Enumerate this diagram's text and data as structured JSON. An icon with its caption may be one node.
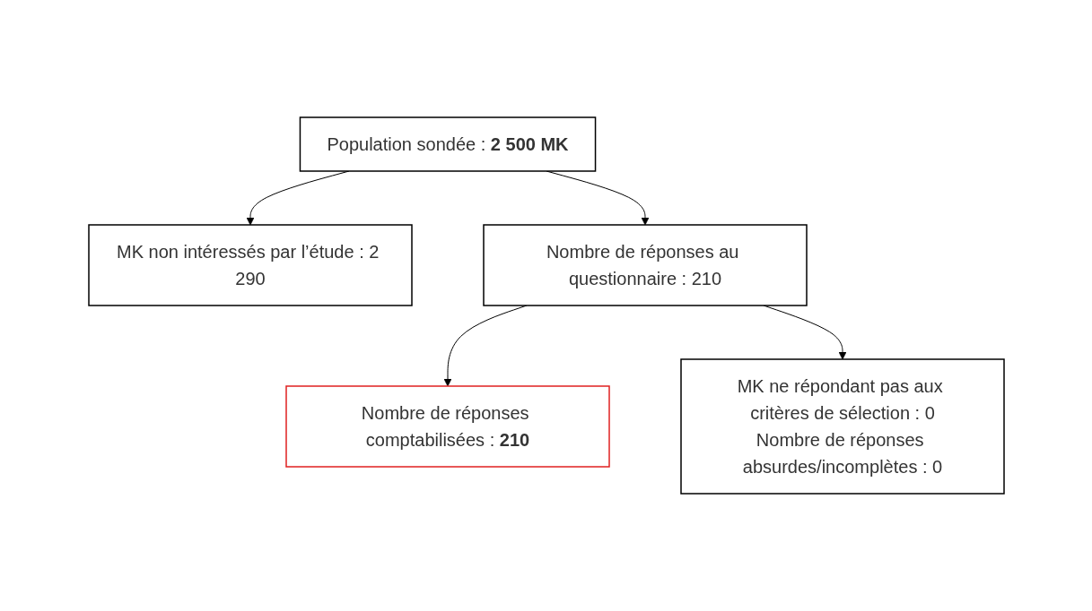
{
  "diagram": {
    "nodes": [
      {
        "text": [
          "Population sondée : **2 500 MK**"
        ]
      },
      {
        "text": [
          "MK non intéressés par l’étude : 2 290"
        ]
      },
      {
        "text": [
          "Nombre de réponses au questionnaire : 210"
        ]
      },
      {
        "text": [
          "MK ne répondant pas aux critères de sélection : 0",
          "Nombre de réponses absurdes/incomplètes : 0"
        ]
      },
      {
        "text": [
          "Nombre de réponses comptabilisées : **210**"
        ]
      }
    ],
    "edges": [
      {
        "from": 0,
        "to": 2,
        "arrow": "to"
      },
      {
        "from": 0,
        "to": 1,
        "arrow": "to"
      },
      {
        "from": 2,
        "to": 4,
        "arrow": "to"
      },
      {
        "from": 2,
        "to": 3,
        "arrow": "to"
      }
    ]
  }
}
